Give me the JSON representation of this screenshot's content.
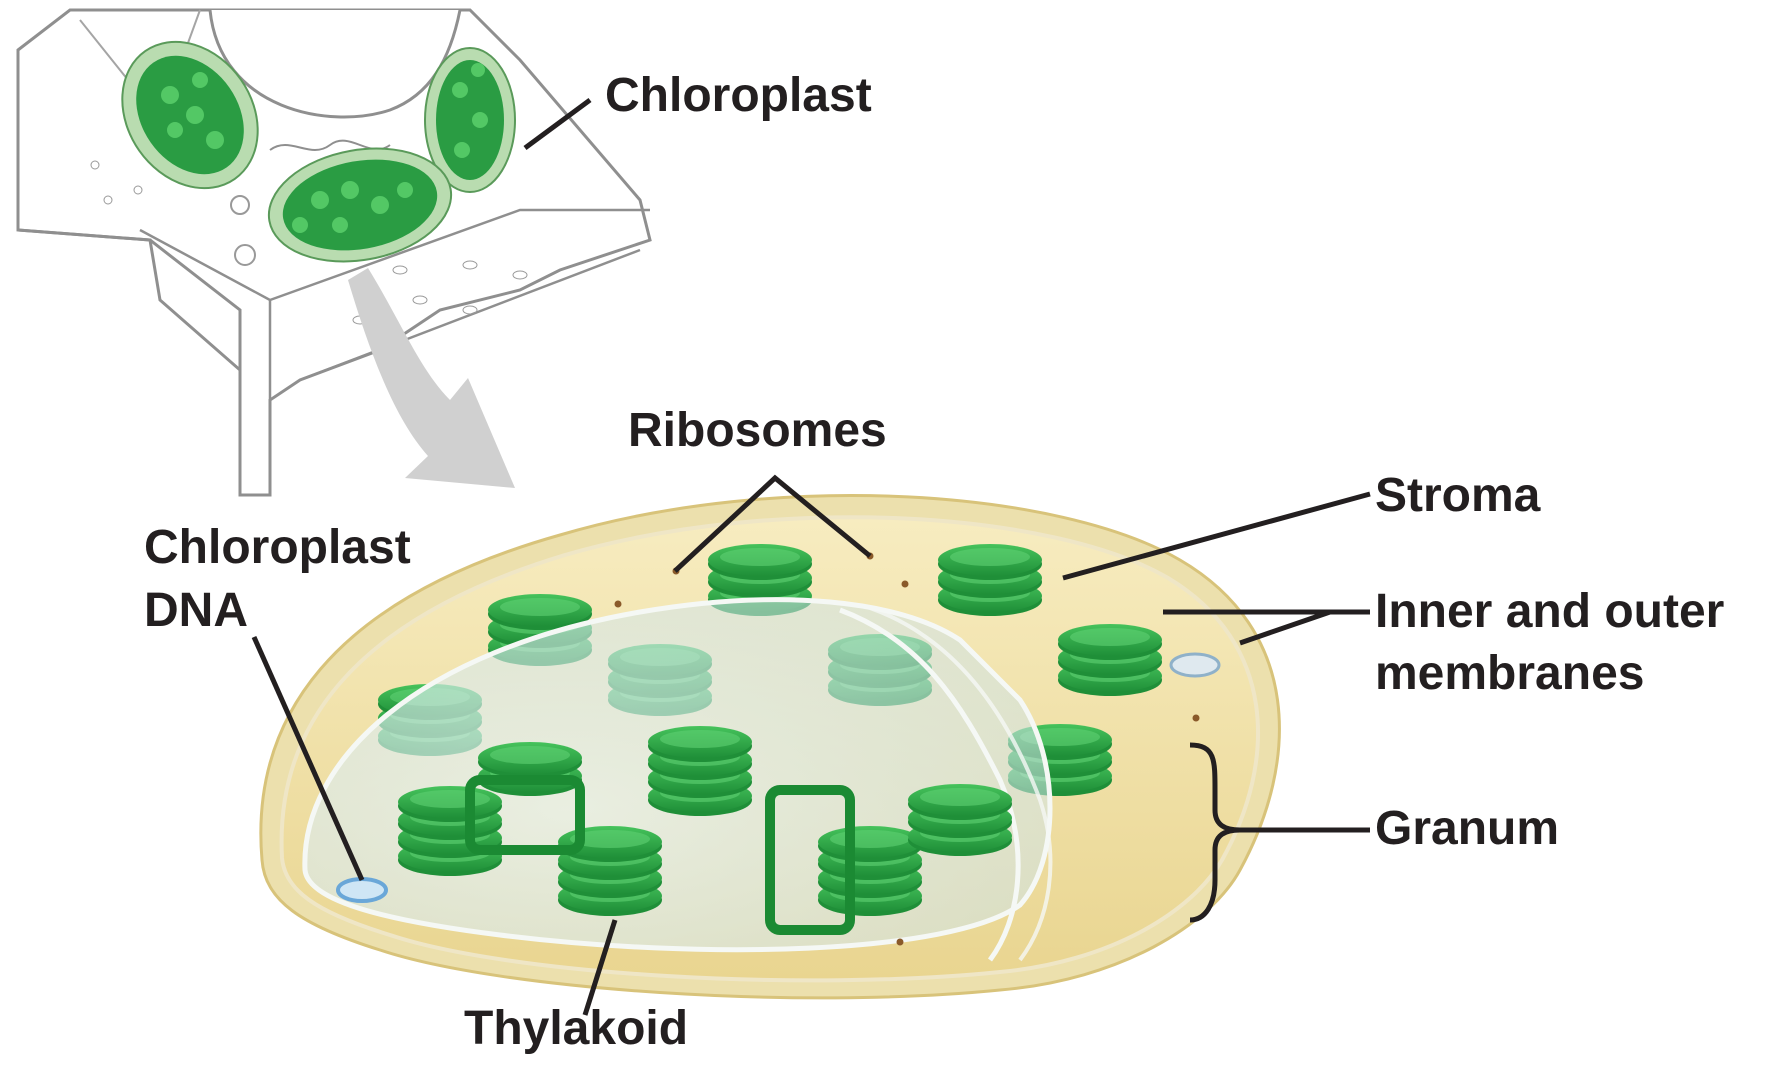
{
  "labels": {
    "chloroplast": "Chloroplast",
    "ribosomes": "Ribosomes",
    "stroma": "Stroma",
    "chloroplast_dna_line1": "Chloroplast",
    "chloroplast_dna_line2": "DNA",
    "membranes_line1": "Inner and outer",
    "membranes_line2": "membranes",
    "granum": "Granum",
    "thylakoid": "Thylakoid"
  },
  "colors": {
    "leader_line": "#231f20",
    "label_text": "#231f20",
    "stroma": "#f3e3a6",
    "thylakoid_green": "#2fae4a",
    "thylakoid_dark": "#1c8a34",
    "cell_wall": "#ffffff",
    "cell_outline": "#8f8f8f",
    "arrow": "#cfcfcf",
    "dna": "#7ab6e0"
  }
}
